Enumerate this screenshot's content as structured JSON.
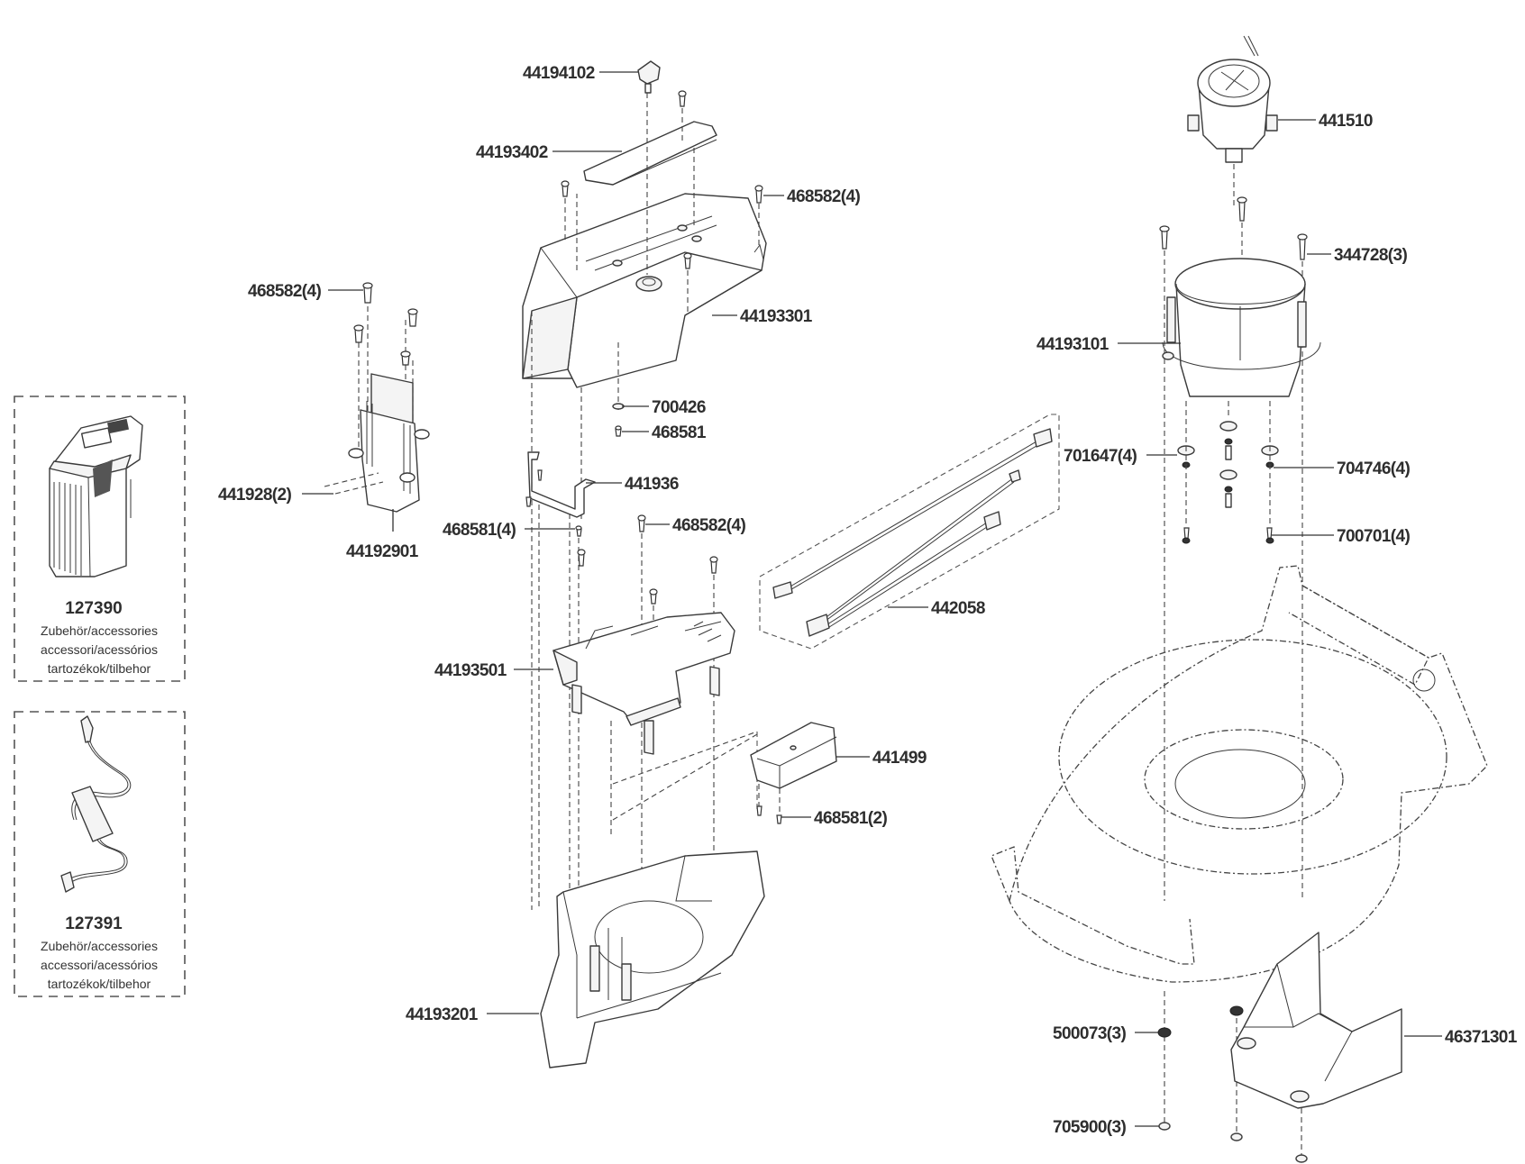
{
  "diagram": {
    "title": "Exploded parts diagram - cordless lawn mower",
    "parts": [
      {
        "id": "knob",
        "label": "44194102"
      },
      {
        "id": "top-cover",
        "label": "44193402"
      },
      {
        "id": "screw-top-right",
        "label": "468582(4)"
      },
      {
        "id": "upper-housing",
        "label": "44193301"
      },
      {
        "id": "washer-700426",
        "label": "700426"
      },
      {
        "id": "screw-468581",
        "label": "468581"
      },
      {
        "id": "bracket-441936",
        "label": "441936"
      },
      {
        "id": "screw-468581-4",
        "label": "468581(4)"
      },
      {
        "id": "screw-468582-4-mid",
        "label": "468582(4)"
      },
      {
        "id": "screw-battery-holder",
        "label": "468582(4)"
      },
      {
        "id": "pin-441928",
        "label": "441928(2)"
      },
      {
        "id": "battery-holder",
        "label": "44192901"
      },
      {
        "id": "electronics-base",
        "label": "44193501"
      },
      {
        "id": "control-module",
        "label": "441499"
      },
      {
        "id": "screw-468581-2",
        "label": "468581(2)"
      },
      {
        "id": "lower-housing",
        "label": "44193201"
      },
      {
        "id": "wire-harness",
        "label": "442058"
      },
      {
        "id": "motor",
        "label": "441510"
      },
      {
        "id": "bolt-344728",
        "label": "344728(3)"
      },
      {
        "id": "motor-mount",
        "label": "44193101"
      },
      {
        "id": "washer-701647",
        "label": "701647(4)"
      },
      {
        "id": "washer-704746",
        "label": "704746(4)"
      },
      {
        "id": "screw-700701",
        "label": "700701(4)"
      },
      {
        "id": "nut-500073",
        "label": "500073(3)"
      },
      {
        "id": "nut-705900",
        "label": "705900(3)"
      },
      {
        "id": "rear-flap",
        "label": "46371301"
      }
    ],
    "accessories": [
      {
        "id": "battery",
        "number": "127390",
        "lines": [
          "Zubehör/accessories",
          "accessori/acessórios",
          "tartozékok/tilbehor"
        ]
      },
      {
        "id": "charger",
        "number": "127391",
        "lines": [
          "Zubehör/accessories",
          "accessori/acessórios",
          "tartozékok/tilbehor"
        ]
      }
    ]
  }
}
